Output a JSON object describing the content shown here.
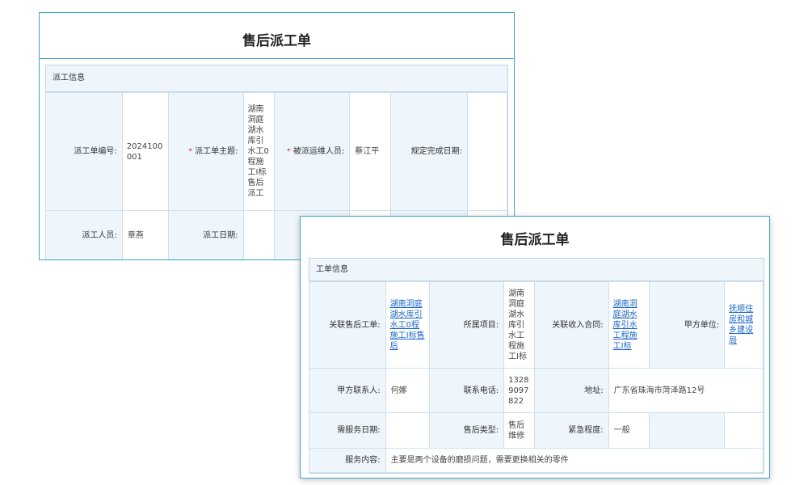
{
  "back_form": {
    "title": "售后派工单",
    "section": "派工信息",
    "required_mark": "*",
    "row1": {
      "dispatch_no_label": "派工单编号:",
      "dispatch_no": "2024100001",
      "subject_label": "派工单主题:",
      "subject": "湖南洞庭湖水库引水工0程施工I标售后派工",
      "assignee_label": "被派运维人员:",
      "assignee": "蔡江平",
      "due_date_label": "规定完成日期:",
      "due_date": ""
    },
    "row2": {
      "dispatcher_label": "派工人员:",
      "dispatcher": "章燕",
      "dispatch_date_label": "派工日期:",
      "dispatch_date": ""
    }
  },
  "front_form": {
    "title": "售后派工单",
    "section": "工单信息",
    "row1": {
      "related_order_label": "关联售后工单:",
      "related_order": "湖南洞庭湖水库引水工0程施工I标售后",
      "project_label": "所属项目:",
      "project": "湖南洞庭湖水库引水工程施工I标",
      "contract_label": "关联收入合同:",
      "contract": "湖南洞庭湖水库引水工程施工I标",
      "party_a_label": "甲方单位:",
      "party_a": "抚顺住房和城乡建设局"
    },
    "row2": {
      "contact_label": "甲方联系人:",
      "contact": "何娜",
      "phone_label": "联系电话:",
      "phone": "13289097822",
      "address_label": "地址:",
      "address": "广东省珠海市菏泽路12号"
    },
    "row3": {
      "service_date_label": "需服务日期:",
      "service_date": "",
      "type_label": "售后类型:",
      "type": "售后维修",
      "urgency_label": "紧急程度:",
      "urgency": "一般"
    },
    "row4": {
      "content_label": "服务内容:",
      "content": "主要是两个设备的磨损问题，需要更换相关的零件"
    }
  }
}
